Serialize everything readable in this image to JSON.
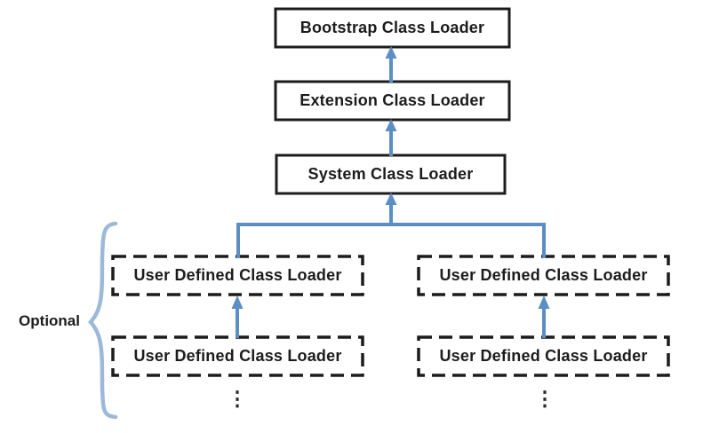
{
  "colors": {
    "arrow_blue": "#5b8ec4",
    "brace_blue": "#9db9d8",
    "border_black": "#1c1c1c",
    "text_black": "#1c1c1c",
    "background": "#ffffff"
  },
  "nodes": [
    {
      "id": "bootstrap-class-loader",
      "label": "Bootstrap Class Loader",
      "border": "solid"
    },
    {
      "id": "extension-class-loader",
      "label": "Extension Class Loader",
      "border": "solid"
    },
    {
      "id": "system-class-loader",
      "label": "System Class Loader",
      "border": "solid"
    },
    {
      "id": "user-defined-class-loader-left-top",
      "label": "User Defined Class Loader",
      "border": "dashed"
    },
    {
      "id": "user-defined-class-loader-left-bottom",
      "label": "User Defined Class Loader",
      "border": "dashed"
    },
    {
      "id": "user-defined-class-loader-right-top",
      "label": "User Defined Class Loader",
      "border": "dashed"
    },
    {
      "id": "user-defined-class-loader-right-bottom",
      "label": "User Defined Class Loader",
      "border": "dashed"
    }
  ],
  "edges": [
    {
      "from": "extension-class-loader",
      "to": "bootstrap-class-loader"
    },
    {
      "from": "system-class-loader",
      "to": "extension-class-loader"
    },
    {
      "from": "user-defined-class-loader-left-top",
      "to": "system-class-loader"
    },
    {
      "from": "user-defined-class-loader-right-top",
      "to": "system-class-loader"
    },
    {
      "from": "user-defined-class-loader-left-bottom",
      "to": "user-defined-class-loader-left-top"
    },
    {
      "from": "user-defined-class-loader-right-bottom",
      "to": "user-defined-class-loader-right-top"
    }
  ],
  "annotations": {
    "optional_label": "Optional",
    "ellipsis_left": "⋮",
    "ellipsis_right": "⋮"
  }
}
